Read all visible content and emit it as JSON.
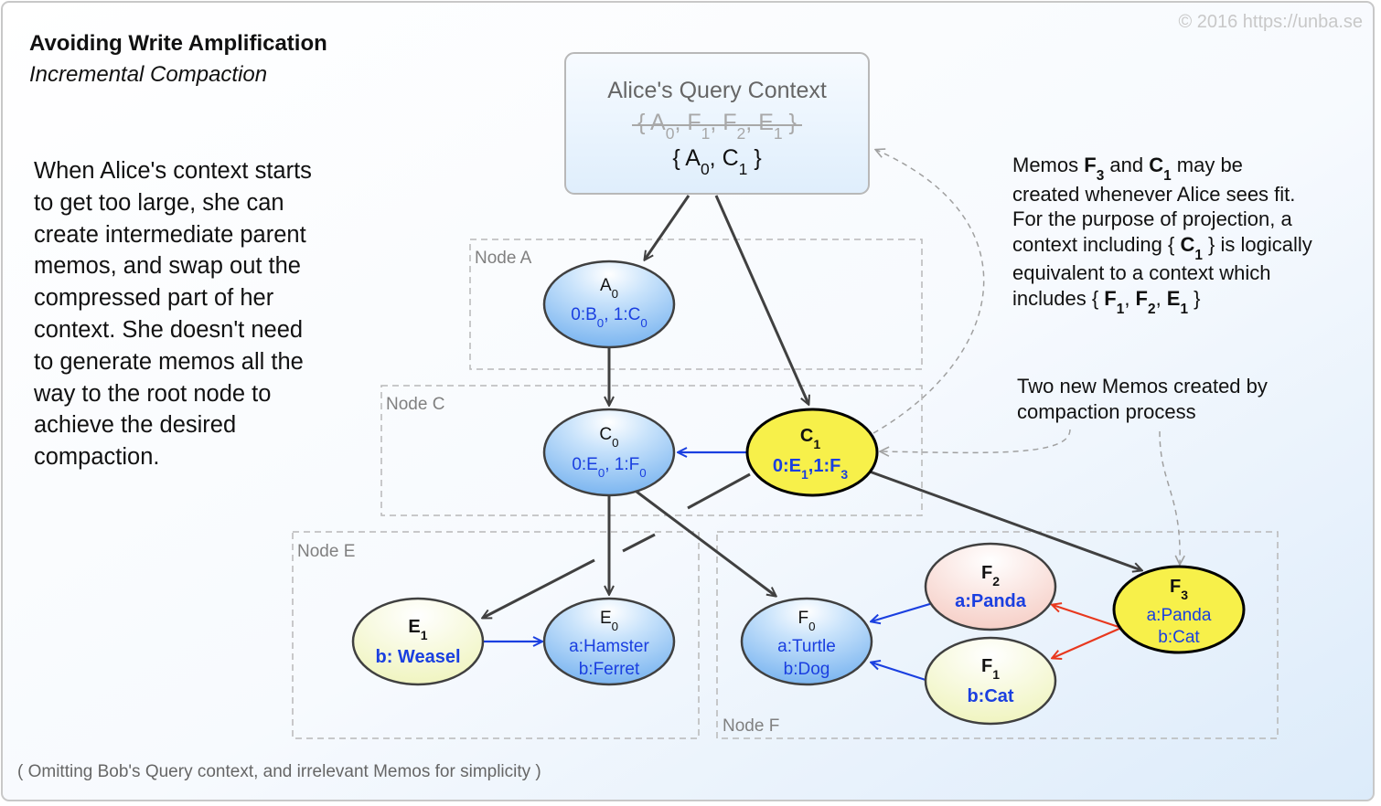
{
  "header": {
    "title": "Avoiding Write Amplification",
    "subtitle": "Incremental Compaction",
    "copyright": "© 2016  https://unba.se"
  },
  "explanation_lines": [
    "When Alice's context starts",
    "to get too large, she can",
    "create intermediate parent",
    "memos, and swap out the",
    "compressed part of her",
    "context. She doesn't need",
    "to generate memos all the",
    "way to the root node to",
    "achieve the desired",
    "compaction."
  ],
  "footer_note": "( Omitting Bob's Query context, and irrelevant Memos for simplicity )",
  "query_context": {
    "title": "Alice's Query Context",
    "old_set": {
      "open": "{ ",
      "items": [
        [
          "A",
          "0"
        ],
        [
          "F",
          "1"
        ],
        [
          "F",
          "2"
        ],
        [
          "E",
          "1"
        ]
      ],
      "close": " }"
    },
    "new_set": {
      "open": "{ ",
      "items": [
        [
          "A",
          "0"
        ],
        [
          "C",
          "1"
        ]
      ],
      "close": " }"
    }
  },
  "node_groups": {
    "a": "Node A",
    "c": "Node C",
    "e": "Node E",
    "f": "Node F"
  },
  "memos": {
    "a0": {
      "base": "A",
      "sub": "0",
      "line1": [
        [
          "0:B",
          "0"
        ],
        [
          ", 1:C",
          "0"
        ]
      ]
    },
    "c0": {
      "base": "C",
      "sub": "0",
      "line1": [
        [
          "0:E",
          "0"
        ],
        [
          ", 1:F",
          "0"
        ]
      ]
    },
    "c1": {
      "base": "C",
      "sub": "1",
      "line1": [
        [
          "0:E",
          "1"
        ],
        [
          ",1:F",
          "3"
        ]
      ]
    },
    "e0": {
      "base": "E",
      "sub": "0",
      "line1": "a:Hamster",
      "line2": "b:Ferret"
    },
    "e1": {
      "base": "E",
      "sub": "1",
      "line1": "b: Weasel"
    },
    "f0": {
      "base": "F",
      "sub": "0",
      "line1": "a:Turtle",
      "line2": "b:Dog"
    },
    "f1": {
      "base": "F",
      "sub": "1",
      "line1": "b:Cat"
    },
    "f2": {
      "base": "F",
      "sub": "2",
      "line1": "a:Panda"
    },
    "f3": {
      "base": "F",
      "sub": "3",
      "line1": "a:Panda",
      "line2": "b:Cat"
    }
  },
  "memo_note": {
    "l1": [
      "Memos ",
      [
        "F",
        "3"
      ],
      " and ",
      [
        "C",
        "1"
      ],
      " may be"
    ],
    "l2": "created whenever Alice sees fit.",
    "l3": "For the purpose of projection, a",
    "l4": [
      "context including { ",
      [
        "C",
        "1"
      ],
      " } is logically"
    ],
    "l5": "equivalent to a context which",
    "l6": [
      "includes { ",
      [
        "F",
        "1"
      ],
      ", ",
      [
        "F",
        "2"
      ],
      ", ",
      [
        "E",
        "1"
      ],
      " }"
    ]
  },
  "new_memos_note": [
    "Two new Memos created by",
    "compaction process"
  ],
  "colors": {
    "blue_text": "#1a3fe0",
    "edge": "#404040",
    "blue_edge": "#1a3fe0",
    "red_edge": "#e8381e",
    "dashed": "#a0a0a0",
    "yellow_fill": "#f7f04a",
    "pale_yellow_fill": "#f5f7c8",
    "pink_fill": "#f8d8d2",
    "blue_fill": "#8dc0f2"
  }
}
